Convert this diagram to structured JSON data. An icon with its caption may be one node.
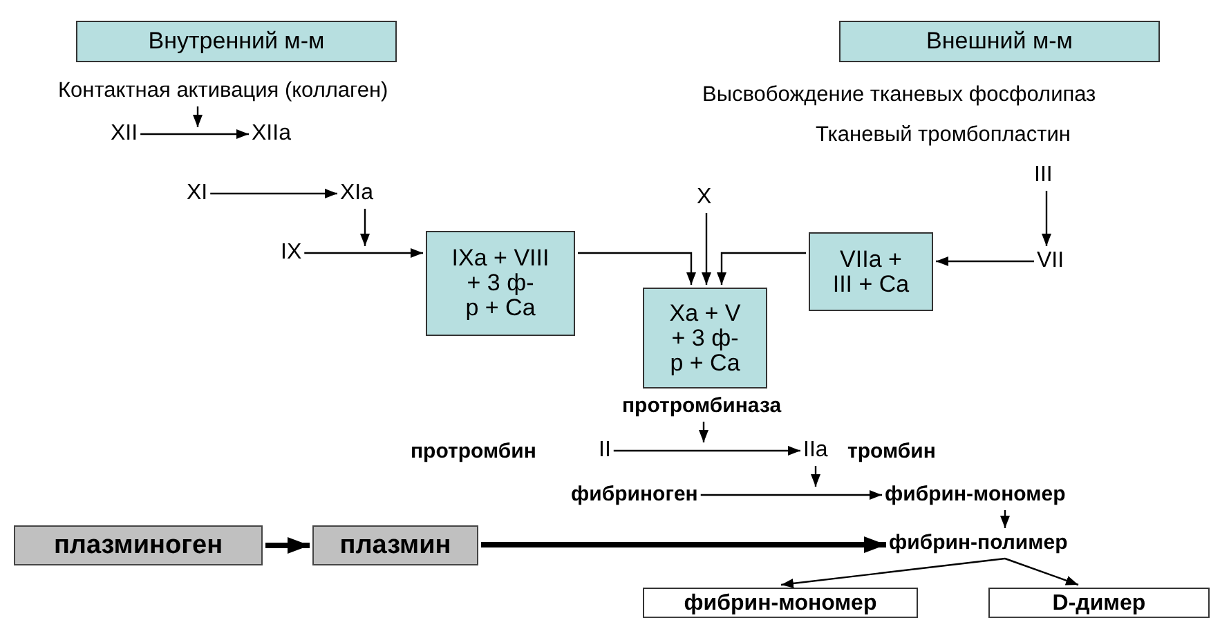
{
  "diagram": {
    "nodes": [
      {
        "text": [
          "Внутренний м-м"
        ]
      },
      {
        "text": [
          "Внешний м-м"
        ]
      },
      {
        "text": [
          "Контактная активация (коллаген)"
        ]
      },
      {
        "text": [
          "XII"
        ]
      },
      {
        "text": [
          "XIIa"
        ]
      },
      {
        "text": [
          "XI"
        ]
      },
      {
        "text": [
          "XIa"
        ]
      },
      {
        "text": [
          "IX"
        ]
      },
      {
        "text": [
          "IXa + VIII + 3 ф-р + Ca"
        ]
      },
      {
        "text": [
          "X"
        ]
      },
      {
        "text": [
          "Xa + V + 3 ф-р + Ca"
        ]
      },
      {
        "text": [
          "VIIa + III + Ca"
        ]
      },
      {
        "text": [
          "III"
        ]
      },
      {
        "text": [
          "VII"
        ]
      },
      {
        "text": [
          "протромбиназа"
        ]
      },
      {
        "text": [
          "II"
        ],
        "beside": [
          "протромбин"
        ]
      },
      {
        "text": [
          "IIa"
        ],
        "beside": [
          "тромбин"
        ]
      },
      {
        "text": [
          "фибриноген"
        ]
      },
      {
        "text": [
          "фибрин-мономер"
        ]
      },
      {
        "text": [
          "плазминоген"
        ]
      },
      {
        "text": [
          "плазмин"
        ]
      },
      {
        "text": [
          "фибрин-полимер"
        ]
      },
      {
        "text": [
          "фибрин-мономер"
        ]
      },
      {
        "text": [
          "D-димер"
        ]
      }
    ],
    "edges": [
      {
        "from": 3,
        "to": 4,
        "arrow": "to"
      },
      {
        "from": 2,
        "to": null,
        "arrow": "to"
      },
      {
        "from": 5,
        "to": 6,
        "arrow": "to"
      },
      {
        "from": 6,
        "to": null,
        "arrow": "to"
      },
      {
        "from": 7,
        "to": 8,
        "arrow": "to"
      },
      {
        "from": 8,
        "to": 10,
        "arrow": "to"
      },
      {
        "from": 9,
        "to": 10,
        "arrow": "to"
      },
      {
        "from": 11,
        "to": 10,
        "arrow": "to"
      },
      {
        "from": 13,
        "to": 11,
        "arrow": "to"
      },
      {
        "from": 12,
        "to": 13,
        "arrow": "to"
      },
      {
        "from": 14,
        "to": null,
        "arrow": "to"
      },
      {
        "from": 15,
        "to": 16,
        "arrow": "to"
      },
      {
        "from": 16,
        "to": null,
        "arrow": "to"
      },
      {
        "from": 17,
        "to": 18,
        "arrow": "to"
      },
      {
        "from": 18,
        "to": 21,
        "arrow": "to"
      },
      {
        "from": 19,
        "to": 20,
        "arrow": "to",
        "style": "thick"
      },
      {
        "from": 20,
        "to": 21,
        "arrow": "to",
        "style": "thick"
      },
      {
        "from": 21,
        "to": 22,
        "arrow": "to"
      },
      {
        "from": 21,
        "to": 23,
        "arrow": "to"
      }
    ],
    "labels": [
      "Высвобождение тканевых фосфолипаз",
      "Тканевый тромбопластин"
    ]
  }
}
